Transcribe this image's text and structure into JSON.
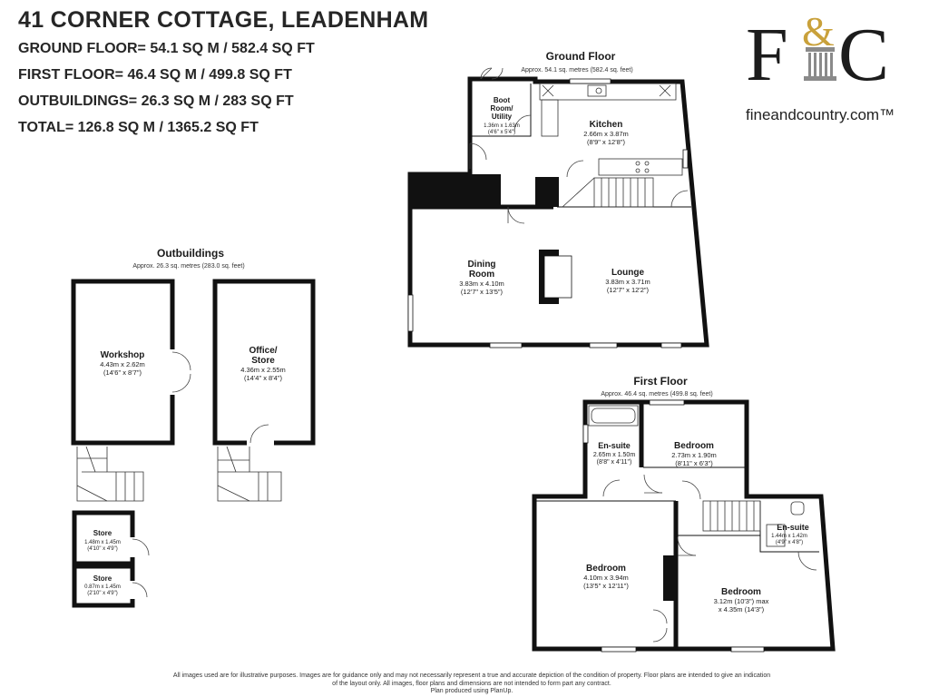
{
  "header": {
    "title": "41 CORNER COTTAGE, LEADENHAM",
    "ground_floor": "GROUND FLOOR= 54.1 SQ M / 582.4 SQ FT",
    "first_floor": "FIRST FLOOR= 46.4 SQ M / 499.8 SQ FT",
    "outbuildings": "OUTBUILDINGS= 26.3 SQ M / 283 SQ FT",
    "total": "TOTAL= 126.8 SQ M / 1365.2 SQ FT"
  },
  "logo": {
    "letter_f": "F",
    "ampersand": "&",
    "letter_c": "C",
    "website": "fineandcountry.com™",
    "brand_color": "#c9a13b",
    "ink_color": "#1c1c1c"
  },
  "ground_floor": {
    "heading": "Ground Floor",
    "area": "Approx. 54.1 sq. metres (582.4 sq. feet)",
    "rooms": {
      "boot_room": {
        "name1": "Boot",
        "name2": "Room/",
        "name3": "Utility",
        "metric": "1.36m x 1.63m",
        "imperial": "(4'6\" x 5'4\")"
      },
      "kitchen": {
        "name": "Kitchen",
        "metric": "2.66m x 3.87m",
        "imperial": "(8'9\" x 12'8\")"
      },
      "dining": {
        "name1": "Dining",
        "name2": "Room",
        "metric": "3.83m x 4.10m",
        "imperial": "(12'7\" x 13'5\")"
      },
      "lounge": {
        "name": "Lounge",
        "metric": "3.83m x 3.71m",
        "imperial": "(12'7\" x 12'2\")"
      }
    }
  },
  "outbuildings": {
    "heading": "Outbuildings",
    "area": "Approx. 26.3 sq. metres (283.0 sq. feet)",
    "rooms": {
      "workshop": {
        "name": "Workshop",
        "metric": "4.43m x 2.62m",
        "imperial": "(14'6\" x 8'7\")"
      },
      "office": {
        "name1": "Office/",
        "name2": "Store",
        "metric": "4.36m x 2.55m",
        "imperial": "(14'4\" x 8'4\")"
      },
      "store1": {
        "name": "Store",
        "metric": "1.48m x 1.45m",
        "imperial": "(4'10\" x 4'9\")"
      },
      "store2": {
        "name": "Store",
        "metric": "0.87m x 1.45m",
        "imperial": "(2'10\" x 4'9\")"
      }
    }
  },
  "first_floor": {
    "heading": "First Floor",
    "area": "Approx. 46.4 sq. metres (499.8 sq. feet)",
    "rooms": {
      "ensuite1": {
        "name": "En-suite",
        "metric": "2.65m x 1.50m",
        "imperial": "(8'8\" x 4'11\")"
      },
      "bedroom1": {
        "name": "Bedroom",
        "metric": "2.73m x 1.90m",
        "imperial": "(8'11\" x 6'3\")"
      },
      "ensuite2": {
        "name": "En-suite",
        "metric": "1.44m x 1.42m",
        "imperial": "(4'9\" x 4'8\")"
      },
      "bedroom2": {
        "name": "Bedroom",
        "metric": "4.10m x 3.94m",
        "imperial": "(13'5\" x 12'11\")"
      },
      "bedroom3": {
        "name": "Bedroom",
        "metric": "3.12m (10'3\") max",
        "imperial": "x 4.35m (14'3\")"
      }
    }
  },
  "disclaimer": {
    "line1": "All images used are for illustrative purposes. Images are for guidance only and may not necessarily represent a true and accurate depiction of the condition of property. Floor plans are intended to give an indication",
    "line2": "of the layout only. All images, floor plans and dimensions are not intended to form part any contract.",
    "line3": "Plan produced using PlanUp."
  }
}
